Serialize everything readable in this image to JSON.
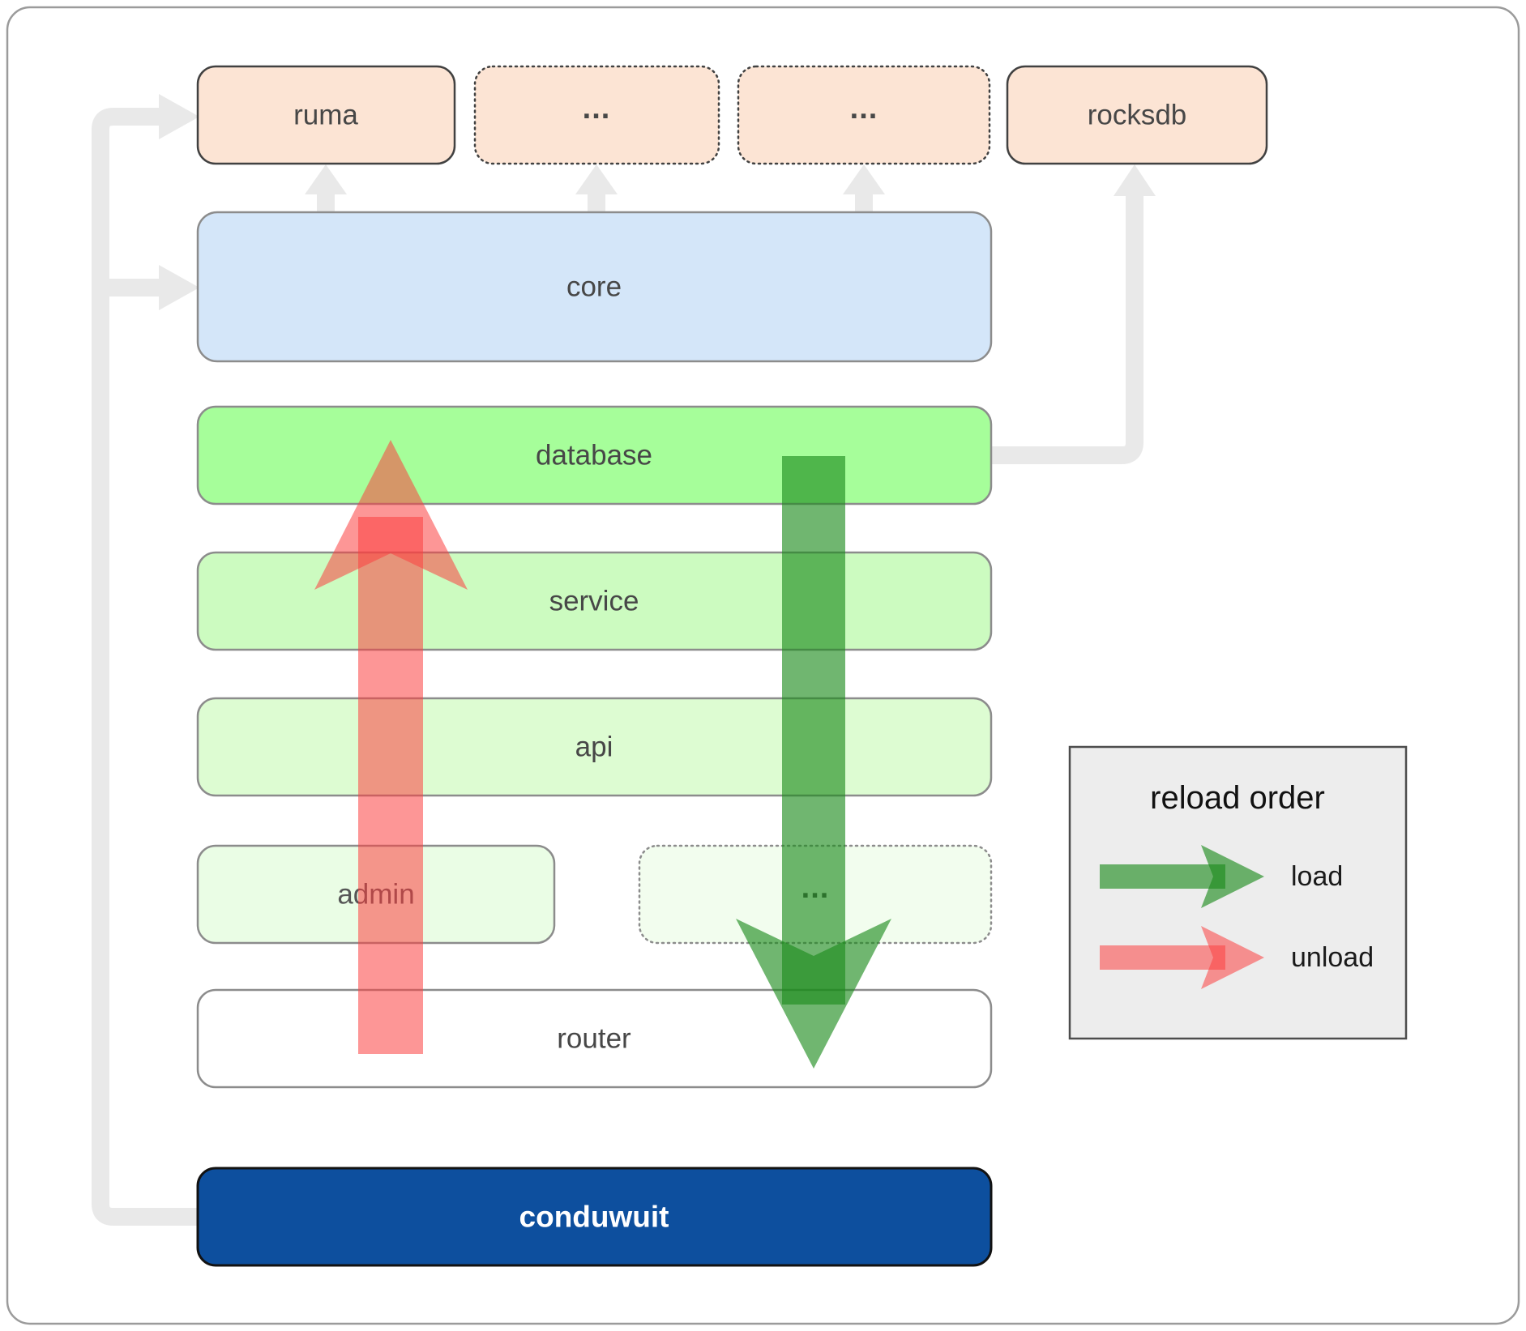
{
  "diagram": {
    "nodes": {
      "ruma": {
        "label": "ruma"
      },
      "dep_more_1": {
        "label": "..."
      },
      "dep_more_2": {
        "label": "..."
      },
      "rocksdb": {
        "label": "rocksdb"
      },
      "core": {
        "label": "core"
      },
      "database": {
        "label": "database"
      },
      "service": {
        "label": "service"
      },
      "api": {
        "label": "api"
      },
      "admin": {
        "label": "admin"
      },
      "service_more": {
        "label": "..."
      },
      "router": {
        "label": "router"
      },
      "conduwuit": {
        "label": "conduwuit"
      }
    },
    "legend": {
      "title": "reload order",
      "items": [
        {
          "label": "load",
          "color": "#1d8c1d"
        },
        {
          "label": "unload",
          "color": "#fb4040"
        }
      ]
    },
    "colors": {
      "dependency_box": "#fce4d4",
      "core_box": "#d4e6f9",
      "database_box": "#a6fe9a",
      "service_box": "#ccfbc0",
      "api_box": "#ddfcd2",
      "admin_box": "#eafde5",
      "service_more_box": "#f2fdee",
      "router_box": "#ffffff",
      "conduwuit_box": "#0d4f9e",
      "connector_gray": "#e9e9e9",
      "load_arrow": "#1d8c1d",
      "unload_arrow": "#fb4040",
      "legend_bg": "#ededed"
    }
  }
}
